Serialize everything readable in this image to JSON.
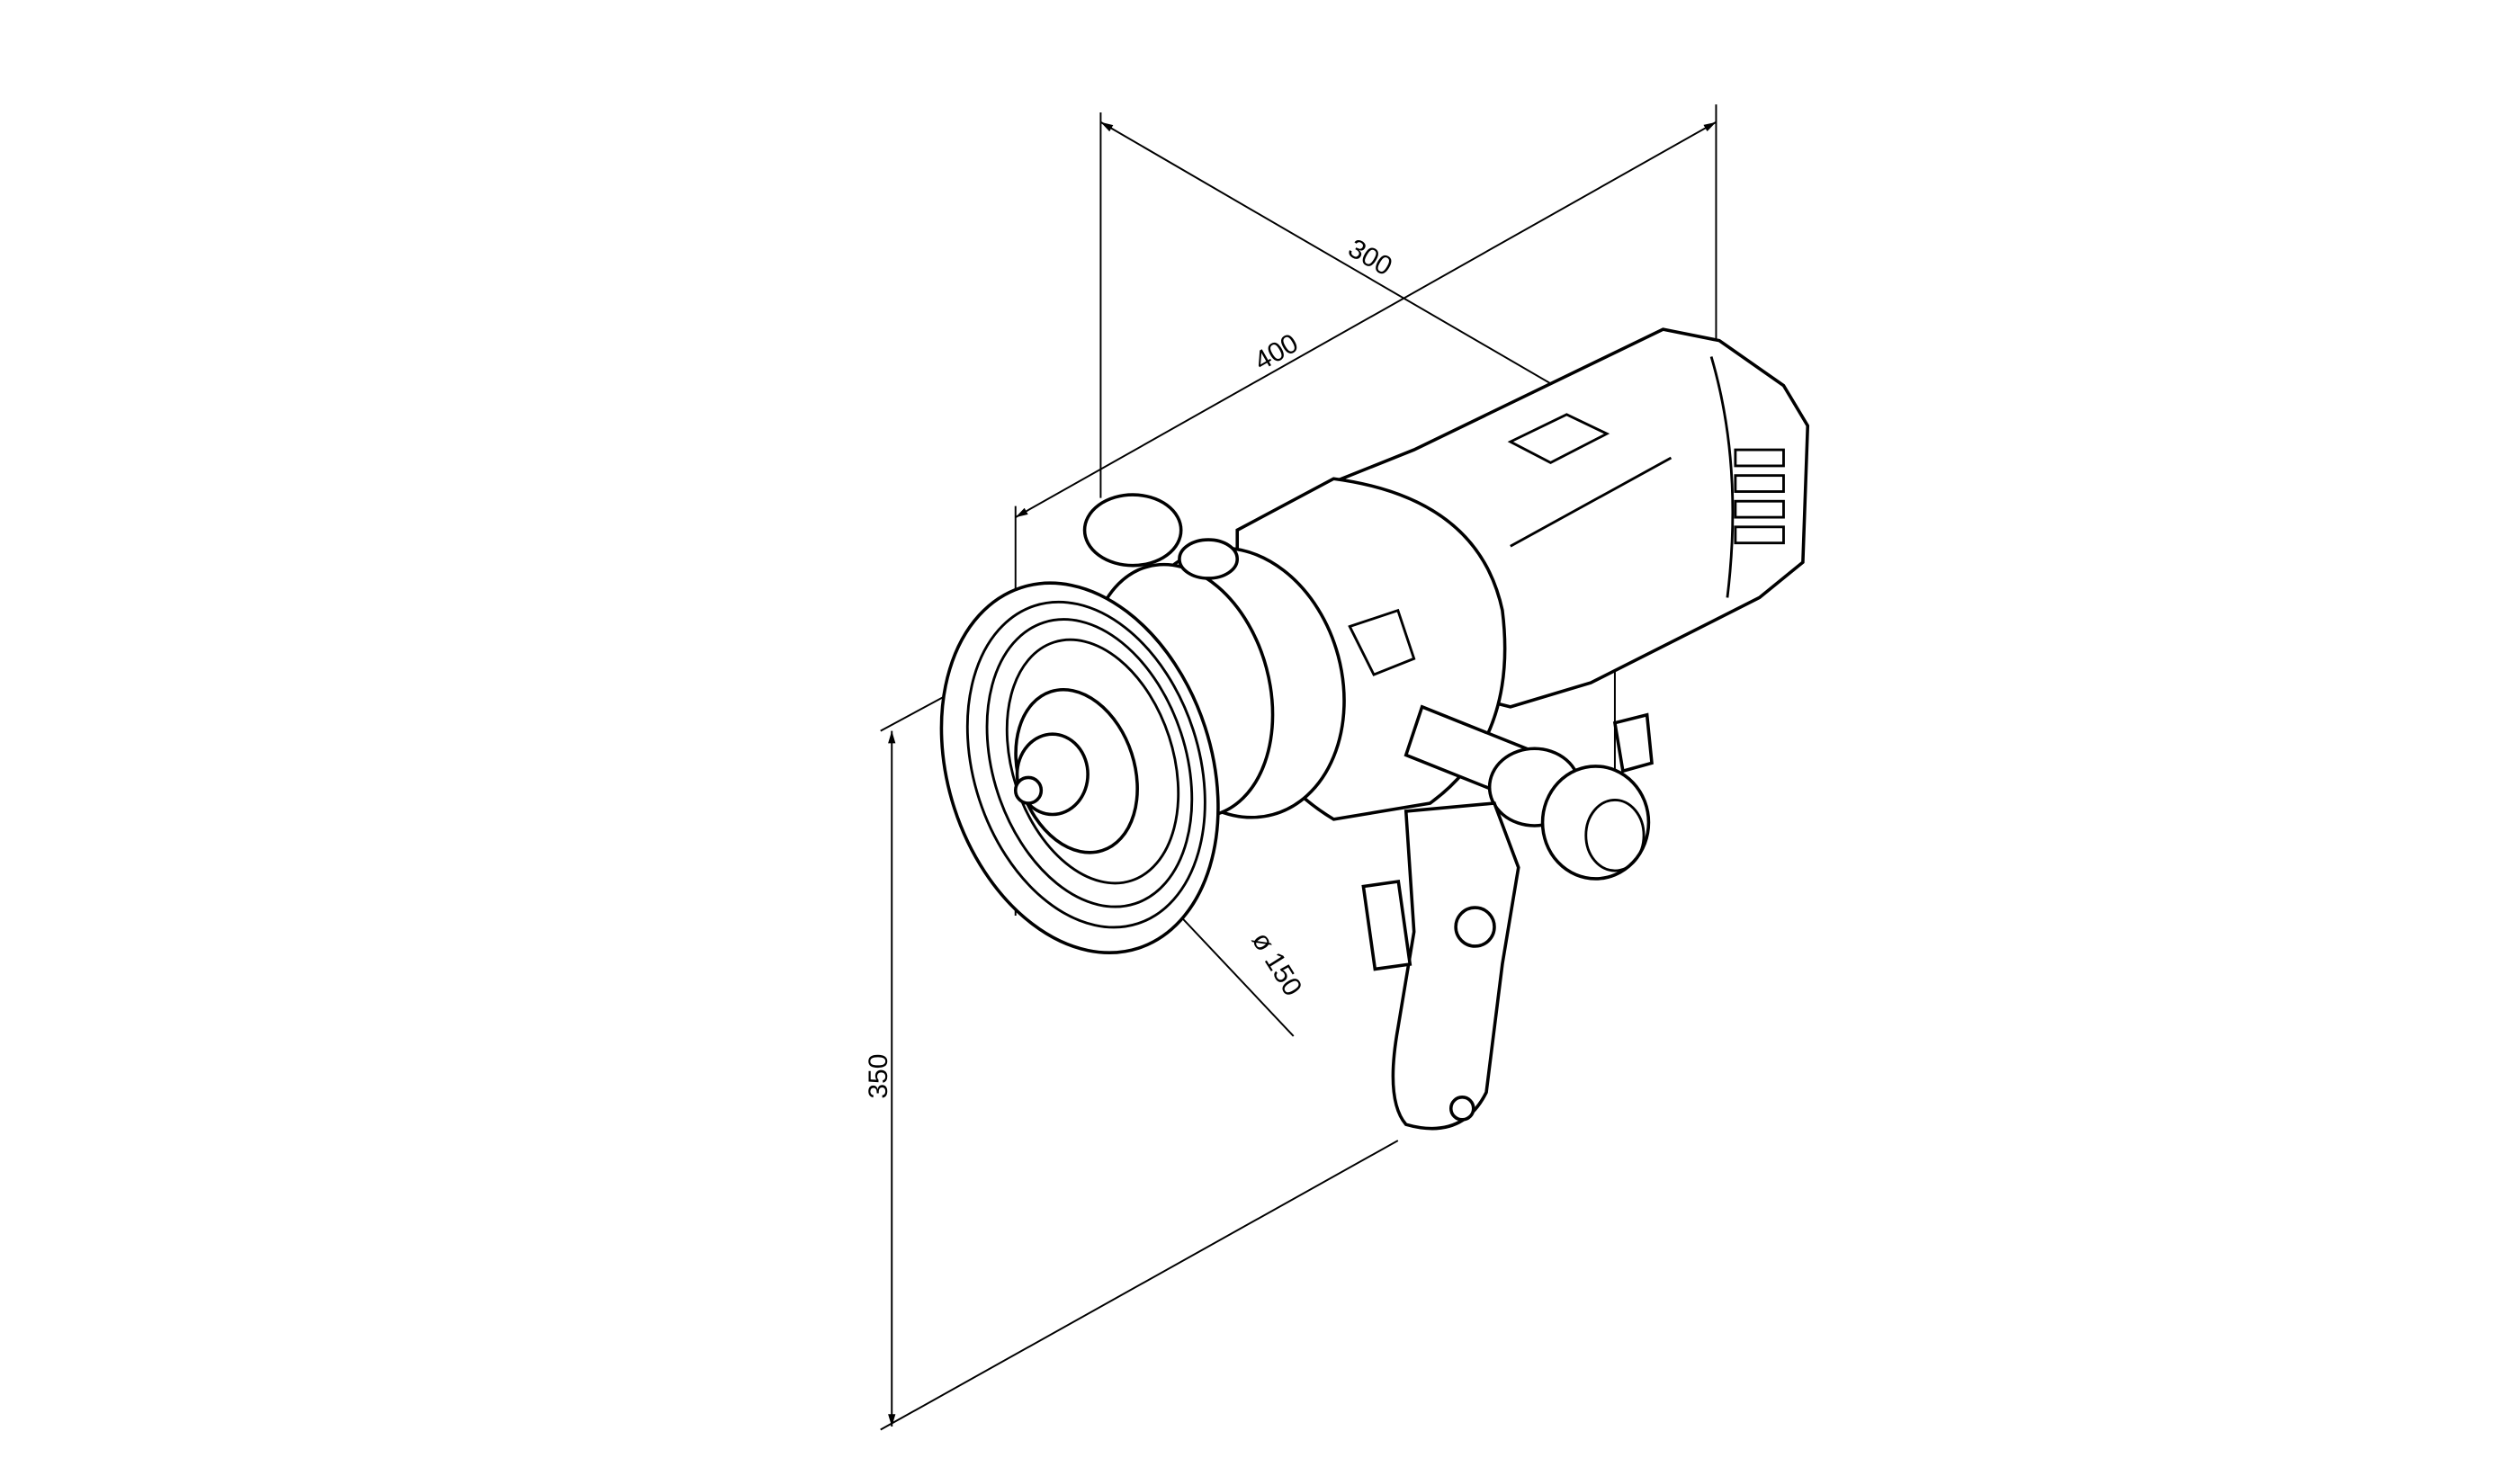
{
  "drawing": {
    "dimensions": {
      "depth": "300",
      "length": "400",
      "height": "350",
      "diameter": "ø 150"
    },
    "colors": {
      "line": "#000000",
      "background": "#ffffff"
    }
  }
}
